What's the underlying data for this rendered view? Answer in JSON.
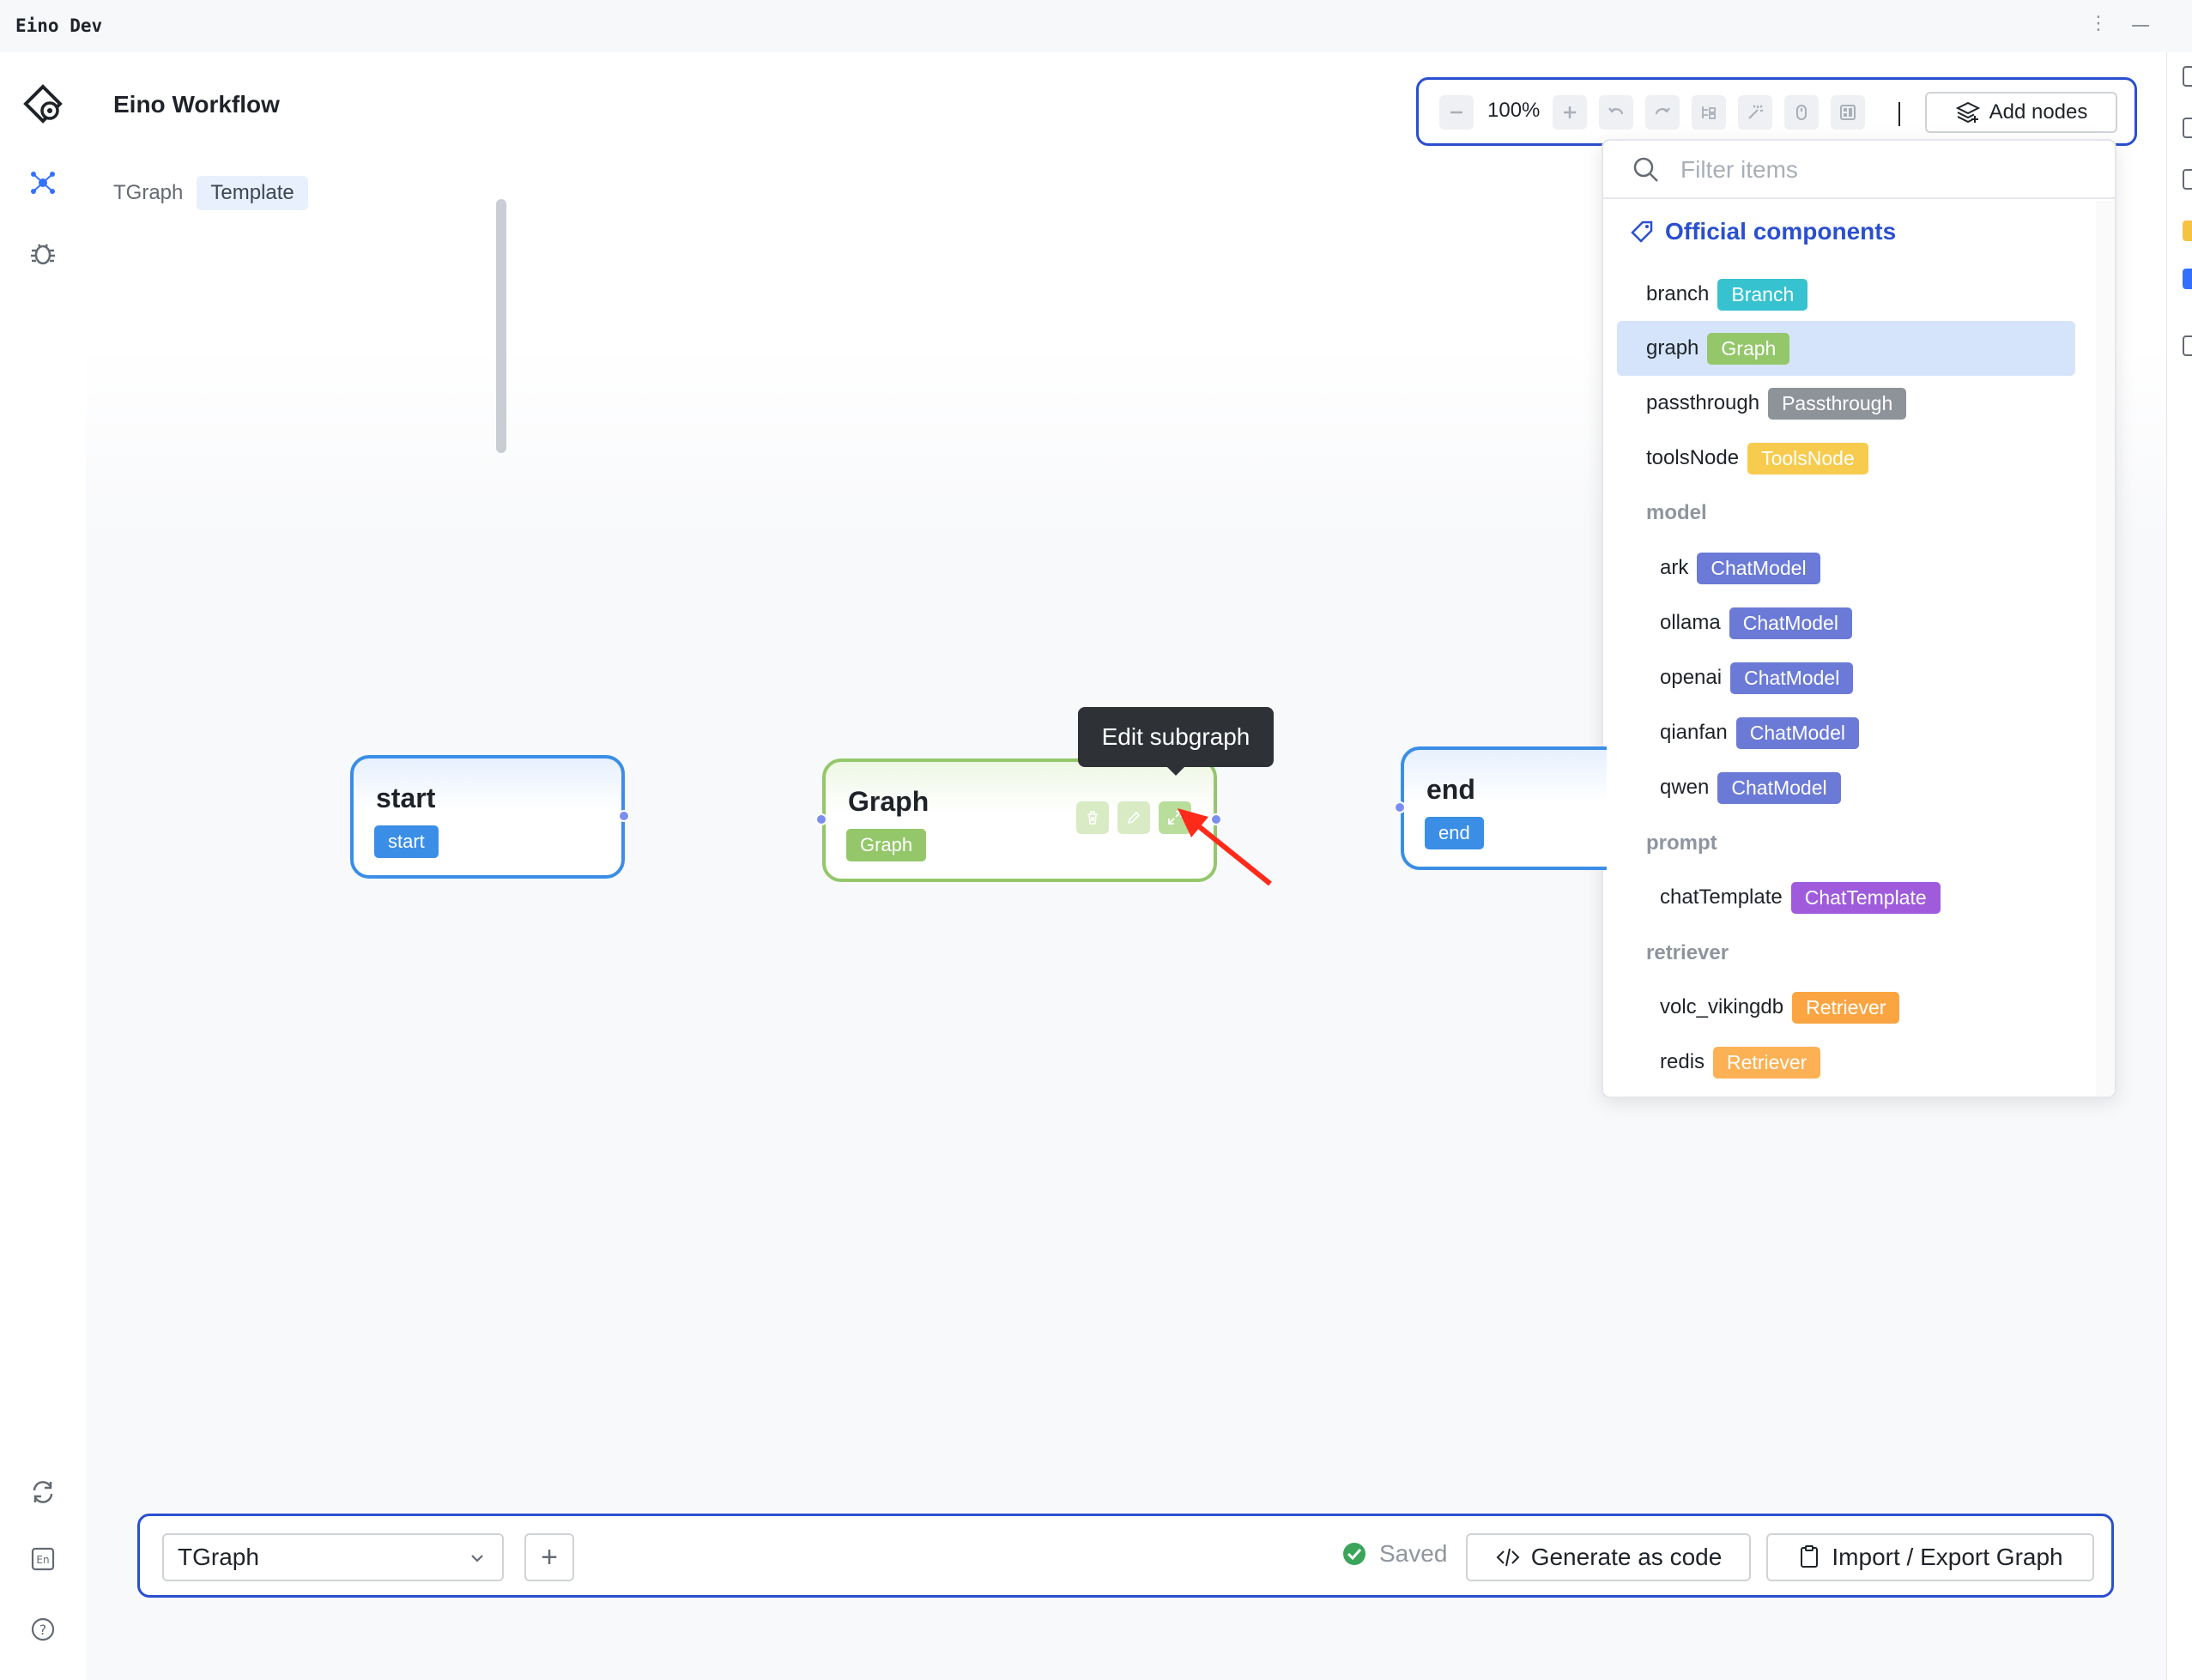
{
  "window": {
    "title": "Eino Dev"
  },
  "header": {
    "title": "Eino Workflow"
  },
  "breadcrumb": {
    "root": "TGraph",
    "current": "Template"
  },
  "toolbar": {
    "zoom": "100%",
    "add_nodes_label": "Add nodes"
  },
  "panel": {
    "filter_placeholder": "Filter items",
    "group_title": "Official components",
    "items": [
      {
        "name": "branch",
        "tag": "Branch",
        "color": "#36c2cf"
      },
      {
        "name": "graph",
        "tag": "Graph",
        "color": "#94c76a",
        "selected": true
      },
      {
        "name": "passthrough",
        "tag": "Passthrough",
        "color": "#8e939a"
      },
      {
        "name": "toolsNode",
        "tag": "ToolsNode",
        "color": "#f7cb4d"
      }
    ],
    "sections": {
      "model": {
        "title": "model",
        "items": [
          {
            "name": "ark",
            "tag": "ChatModel",
            "color": "#6b7ad6"
          },
          {
            "name": "ollama",
            "tag": "ChatModel",
            "color": "#6b7ad6"
          },
          {
            "name": "openai",
            "tag": "ChatModel",
            "color": "#6b7ad6"
          },
          {
            "name": "qianfan",
            "tag": "ChatModel",
            "color": "#6b7ad6"
          },
          {
            "name": "qwen",
            "tag": "ChatModel",
            "color": "#6b7ad6"
          }
        ]
      },
      "prompt": {
        "title": "prompt",
        "items": [
          {
            "name": "chatTemplate",
            "tag": "ChatTemplate",
            "color": "#9f5bdc"
          }
        ]
      },
      "retriever": {
        "title": "retriever",
        "items": [
          {
            "name": "volc_vikingdb",
            "tag": "Retriever",
            "color": "#fba542"
          },
          {
            "name": "redis",
            "tag": "Retriever",
            "color": "#fbb154"
          }
        ]
      }
    }
  },
  "nodes": {
    "start": {
      "title": "start",
      "tag": "start",
      "color": "#3a8ee6"
    },
    "graph": {
      "title": "Graph",
      "tag": "Graph",
      "color": "#94c76a"
    },
    "end": {
      "title": "end",
      "tag": "end",
      "color": "#3a8ee6"
    }
  },
  "tooltip": {
    "text": "Edit subgraph"
  },
  "bottom": {
    "graph_select": "TGraph",
    "status": "Saved",
    "generate_label": "Generate as code",
    "import_export_label": "Import / Export Graph"
  },
  "colors": {
    "accent": "#2a4fcf",
    "annotation_arrow": "#ff2a1a",
    "saved_check": "#3aa55a"
  },
  "icons": [
    "logo-icon",
    "workflow-icon",
    "debug-icon",
    "sync-icon",
    "language-icon",
    "help-icon",
    "search-icon",
    "tag-icon",
    "layers-icon",
    "trash-icon",
    "edit-icon",
    "expand-icon",
    "code-icon",
    "clipboard-icon",
    "check-circle-icon",
    "chevron-down-icon"
  ]
}
